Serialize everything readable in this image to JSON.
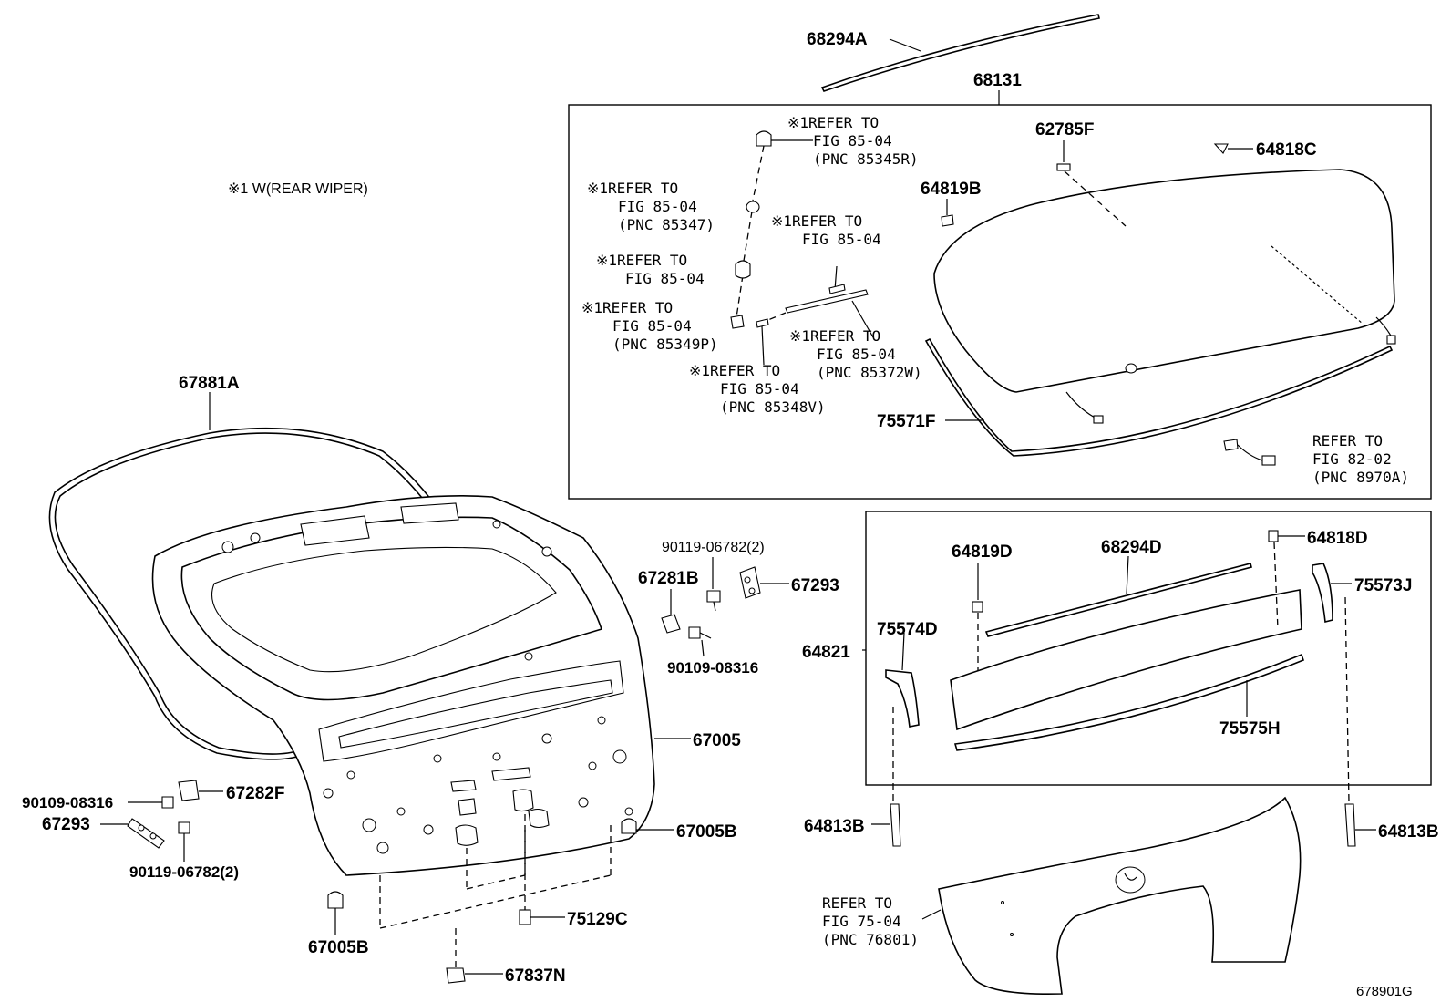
{
  "note": "※1 W(REAR WIPER)",
  "figure_id": "678901G",
  "labels": {
    "p68294A": "68294A",
    "p68131": "68131",
    "p62785F": "62785F",
    "p64818C": "64818C",
    "p64819B": "64819B",
    "p75571F": "75571F",
    "p67881A": "67881A",
    "p90119_top": "90119-06782(2)",
    "p67281B": "67281B",
    "p67293_top": "67293",
    "p90109_top": "90109-08316",
    "p67005": "67005",
    "p90109_left": "90109-08316",
    "p67282F": "67282F",
    "p67293_left": "67293",
    "p90119_left": "90119-06782(2)",
    "p67005B_right": "67005B",
    "p75129C": "75129C",
    "p67005B_bottom": "67005B",
    "p67837N": "67837N",
    "p64819D": "64819D",
    "p68294D": "68294D",
    "p64818D": "64818D",
    "p75573J": "75573J",
    "p64821": "64821",
    "p75574D": "75574D",
    "p75575H": "75575H",
    "p64813B_left": "64813B",
    "p64813B_right": "64813B"
  },
  "refs": {
    "r85345R": [
      "※1REFER TO",
      "FIG 85-04",
      "(PNC 85345R)"
    ],
    "r85347": [
      "※1REFER TO",
      "FIG 85-04",
      "(PNC 85347)"
    ],
    "r8504a": [
      "※1REFER TO",
      "FIG 85-04"
    ],
    "r8504b": [
      "※1REFER TO",
      "FIG 85-04"
    ],
    "r85349P": [
      "※1REFER TO",
      "FIG 85-04",
      "(PNC 85349P)"
    ],
    "r85372W": [
      "※1REFER TO",
      "FIG 85-04",
      "(PNC 85372W)"
    ],
    "r85348V": [
      "※1REFER TO",
      "FIG 85-04",
      "(PNC 85348V)"
    ],
    "r8970A": [
      "REFER TO",
      "FIG 82-02",
      "(PNC 8970A)"
    ],
    "r76801": [
      "REFER TO",
      "FIG 75-04",
      "(PNC 76801)"
    ]
  }
}
